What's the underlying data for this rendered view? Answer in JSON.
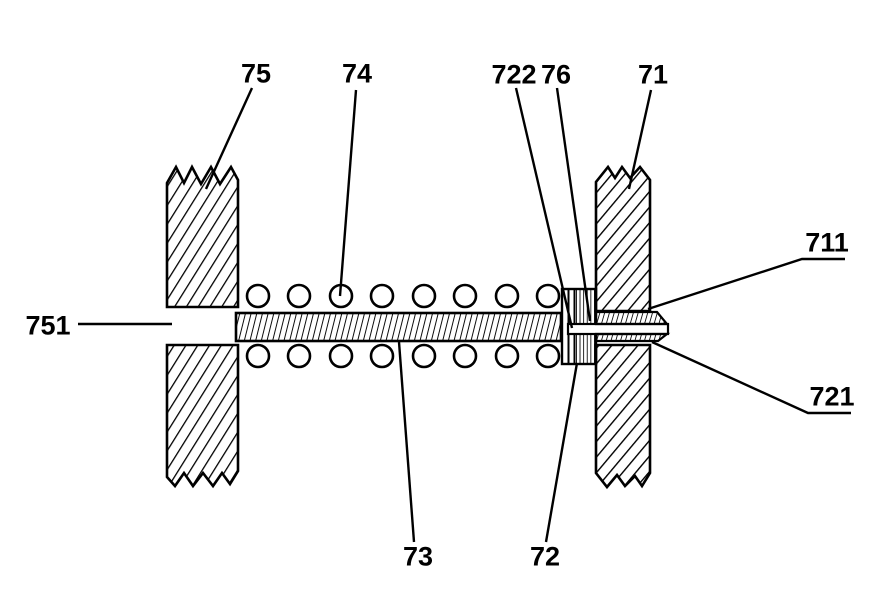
{
  "figure": {
    "background_color": "#ffffff",
    "ink_color": "#000000",
    "labels": {
      "75": "75",
      "74": "74",
      "722": "722",
      "76": "76",
      "71": "71",
      "711": "711",
      "751": "751",
      "721": "721",
      "73": "73",
      "72": "72"
    }
  }
}
